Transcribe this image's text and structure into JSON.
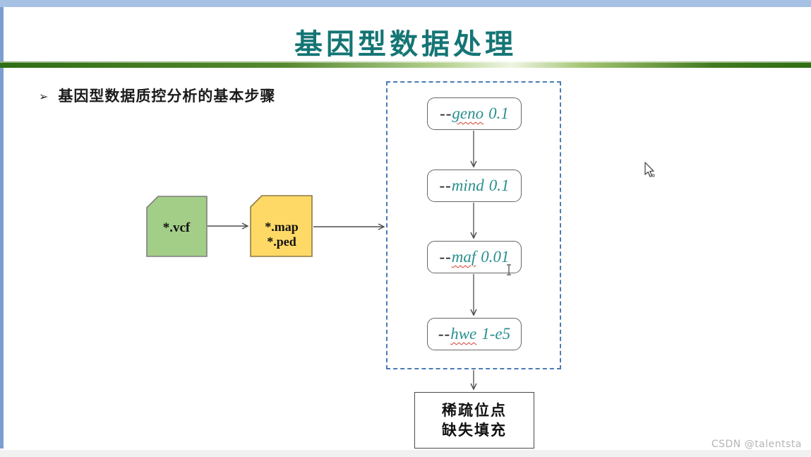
{
  "slide": {
    "title": "基因型数据处理",
    "bullet": {
      "glyph": "➢",
      "text": "基因型数据质控分析的基本步骤"
    }
  },
  "flowchart": {
    "vcf_node": {
      "label": "*.vcf"
    },
    "pedmap_node": {
      "line1": "*.map",
      "line2": "*.ped"
    },
    "qc_steps": [
      {
        "prefix": "--",
        "word": "geno",
        "value": "0.1",
        "misspelled": true
      },
      {
        "prefix": "--",
        "word": "mind",
        "value": "0.1",
        "misspelled": false
      },
      {
        "prefix": "--",
        "word": "maf",
        "value": "0.01",
        "misspelled": true
      },
      {
        "prefix": "--",
        "word": "hwe",
        "value": "1-e5",
        "misspelled": true
      }
    ],
    "output_node": {
      "line1": "稀疏位点",
      "line2": "缺失填充"
    }
  },
  "cursors": {
    "pointer_icon": "arrow-cursor",
    "text_icon": "i-beam-cursor"
  },
  "colors": {
    "title_teal": "#157575",
    "qc_text_teal": "#2a8f8f",
    "dashed_border_blue": "#4a7cb5",
    "vcf_green": "#a3ce88",
    "pedmap_yellow": "#ffd966",
    "divider_green_dark": "#2f6d14",
    "frame_blue_top": "#a6c1e4",
    "frame_blue_left": "#7d9ecf",
    "squiggle_red": "#d63a2f"
  },
  "watermark": "CSDN @talentsta"
}
